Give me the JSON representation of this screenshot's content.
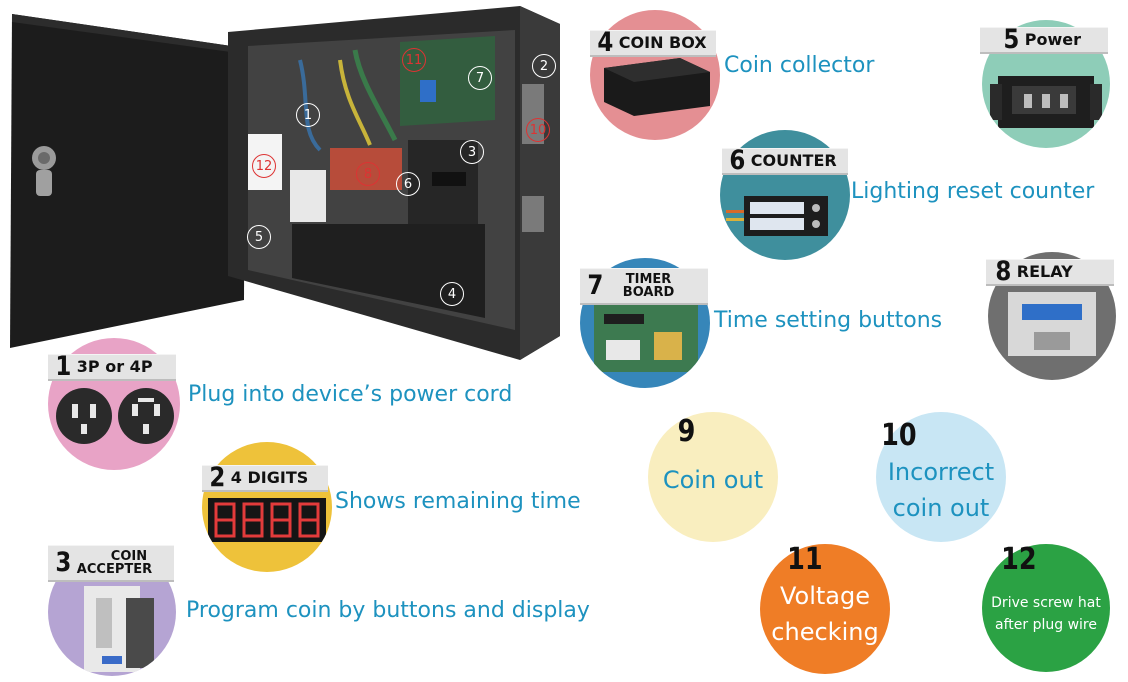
{
  "items": {
    "1": {
      "num": "1",
      "tag": "3P or 4P",
      "desc": "Plug into device’s power cord"
    },
    "2": {
      "num": "2",
      "tag": "4 DIGITS",
      "desc": "Shows remaining time"
    },
    "3": {
      "num": "3",
      "tag_line1": "COIN",
      "tag_line2": "ACCEPTER",
      "desc": "Program coin by buttons and display"
    },
    "4": {
      "num": "4",
      "tag": "COIN BOX",
      "desc": "Coin collector"
    },
    "5": {
      "num": "5",
      "tag": "Power"
    },
    "6": {
      "num": "6",
      "tag": "COUNTER",
      "desc": "Lighting reset counter"
    },
    "7": {
      "num": "7",
      "tag_line1": "TIMER",
      "tag_line2": "BOARD",
      "desc": "Time setting buttons"
    },
    "8": {
      "num": "8",
      "tag": "RELAY"
    },
    "9": {
      "num": "9",
      "desc": "Coin out"
    },
    "10": {
      "num": "10",
      "line1": "Incorrect",
      "line2": "coin out"
    },
    "11": {
      "num": "11",
      "line1": "Voltage",
      "line2": "checking"
    },
    "12": {
      "num": "12",
      "line1": "Drive screw hat",
      "line2": "after plug wire"
    }
  },
  "photo_marks": [
    "1",
    "2",
    "3",
    "4",
    "5",
    "6",
    "7",
    "8",
    "10",
    "11",
    "12"
  ],
  "colors": {
    "text_blue": "#1d92bf",
    "pink": "#e8a3c6",
    "yellow": "#eec23a",
    "lavender": "#b5a4d3",
    "salmon": "#e48f93",
    "mint": "#8ecdb8",
    "teal": "#3f8f9d",
    "blue": "#3686b9",
    "gray": "#6f6f6f",
    "cream": "#f9eebf",
    "light_blue": "#c8e6f4",
    "orange": "#ef7d26",
    "green": "#2ba244"
  }
}
